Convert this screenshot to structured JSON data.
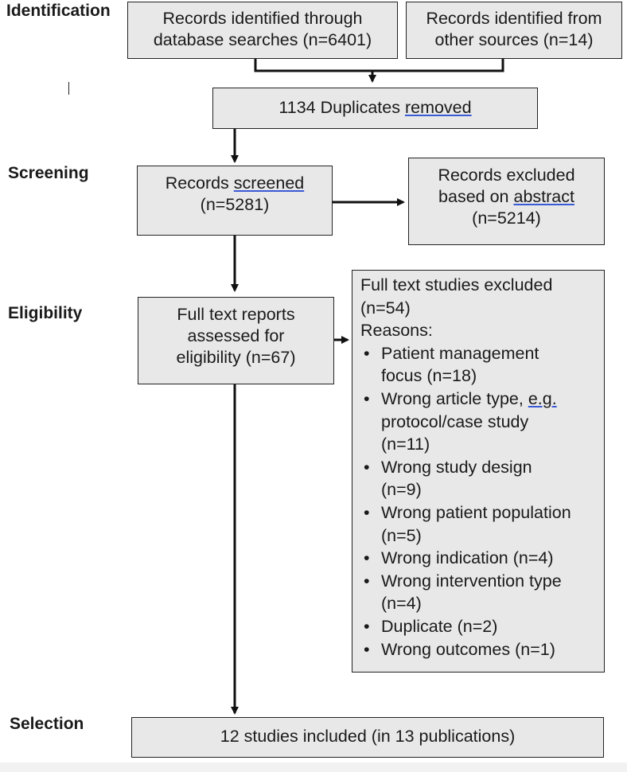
{
  "stages": {
    "identification": "Identification",
    "screening": "Screening",
    "eligibility": "Eligibility",
    "selection": "Selection"
  },
  "boxes": {
    "database": {
      "line1": "Records identified through",
      "line2": "database searches (n=6401)"
    },
    "other": {
      "line1": "Records identified from",
      "line2": "other sources (n=14)"
    },
    "duplicates": {
      "pre": "1134 Duplicates ",
      "ul": "removed"
    },
    "screened": {
      "pre": "Records ",
      "ul": "screened",
      "line2": "(n=5281)"
    },
    "excluded_abstract": {
      "line1": "Records excluded",
      "line2_pre": "based on ",
      "line2_ul": "abstract",
      "line3": "(n=5214)"
    },
    "fulltext": {
      "line1": "Full text reports",
      "line2": "assessed for",
      "line3": "eligibility (n=67)"
    },
    "fulltext_excluded": {
      "line1": "Full text studies excluded",
      "line2": "(n=54)",
      "line3": "Reasons:",
      "reasons": [
        {
          "a": "Patient management",
          "b": "focus (n=18)"
        },
        {
          "a_pre": "Wrong article type, ",
          "a_ul": "e.g.",
          "b": "protocol/case study",
          "c": "(n=11)"
        },
        {
          "a": "Wrong study design",
          "b": "(n=9)"
        },
        {
          "a": "Wrong patient population",
          "b": "(n=5)"
        },
        {
          "a": "Wrong indication (n=4)"
        },
        {
          "a": "Wrong intervention type",
          "b": "(n=4)"
        },
        {
          "a": "Duplicate (n=2)"
        },
        {
          "a": "Wrong outcomes (n=1)"
        }
      ]
    },
    "included": {
      "line1": "12 studies included (in 13 publications)"
    }
  },
  "colors": {
    "box_fill": "#e8e8e8",
    "border": "#222222",
    "underline": "#3b5bd6"
  }
}
